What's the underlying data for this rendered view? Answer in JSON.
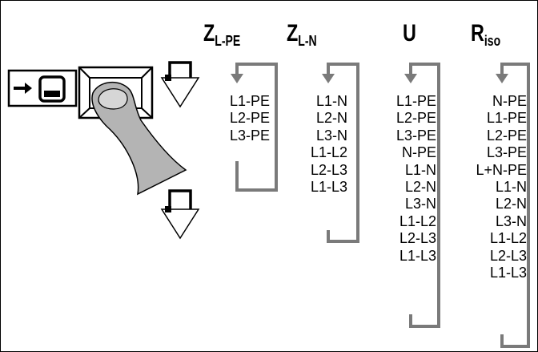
{
  "columns": [
    {
      "title": "Z",
      "subscript": "L-PE",
      "items": [
        "L1-PE",
        "L2-PE",
        "L3-PE"
      ]
    },
    {
      "title": "Z",
      "subscript": "L-N",
      "items": [
        "L1-N",
        "L2-N",
        "L3-N",
        "L1-L2",
        "L2-L3",
        "L1-L3"
      ]
    },
    {
      "title": "U",
      "subscript": "",
      "items": [
        "L1-PE",
        "L2-PE",
        "L3-PE",
        "N-PE",
        "L1-N",
        "L2-N",
        "L3-N",
        "L1-L2",
        "L2-L3",
        "L1-L3"
      ]
    },
    {
      "title": "R",
      "subscript": "iso",
      "items": [
        "N-PE",
        "L1-PE",
        "L2-PE",
        "L3-PE",
        "L+N-PE",
        "L1-N",
        "L2-N",
        "L3-N",
        "L1-L2",
        "L2-L3",
        "L1-L3"
      ]
    }
  ],
  "icons": {
    "save": "save-to-memory-icon",
    "key": "key-button-icon",
    "finger": "pressing-finger-icon",
    "down_arrow": "down-arrow-icon",
    "cycle": "cycle-loop-icon"
  },
  "colors": {
    "line": "#000000",
    "loop": "#7a7a7a",
    "finger": "#b4b4b4",
    "finger_dark": "#8e8e8e"
  }
}
